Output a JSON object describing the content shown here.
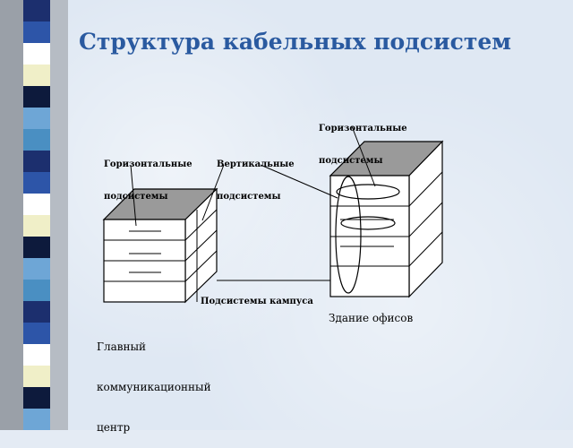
{
  "slide": {
    "title": "Структура кабельных подсистем",
    "accent_color": "#2a5aa0"
  },
  "diagram": {
    "labels": {
      "horizontal_left_1": "Горизонтальные",
      "horizontal_left_2": "подсистемы",
      "vertical_1": "Вертикальные",
      "vertical_2": "подсистемы",
      "horizontal_right_1": "Горизонтальные",
      "horizontal_right_2": "подсистемы",
      "campus": "Подсистемы кампуса",
      "main_center_1": "Главный",
      "main_center_2": "коммуникационный",
      "main_center_3": "центр",
      "office_building": "Здание офисов"
    }
  },
  "strip_colors": [
    "#1c2f6e",
    "#6ea6d6",
    "#f0efc8",
    "#2d55a8",
    "#4a8fc2",
    "#0d1a3c",
    "#ffffff"
  ]
}
